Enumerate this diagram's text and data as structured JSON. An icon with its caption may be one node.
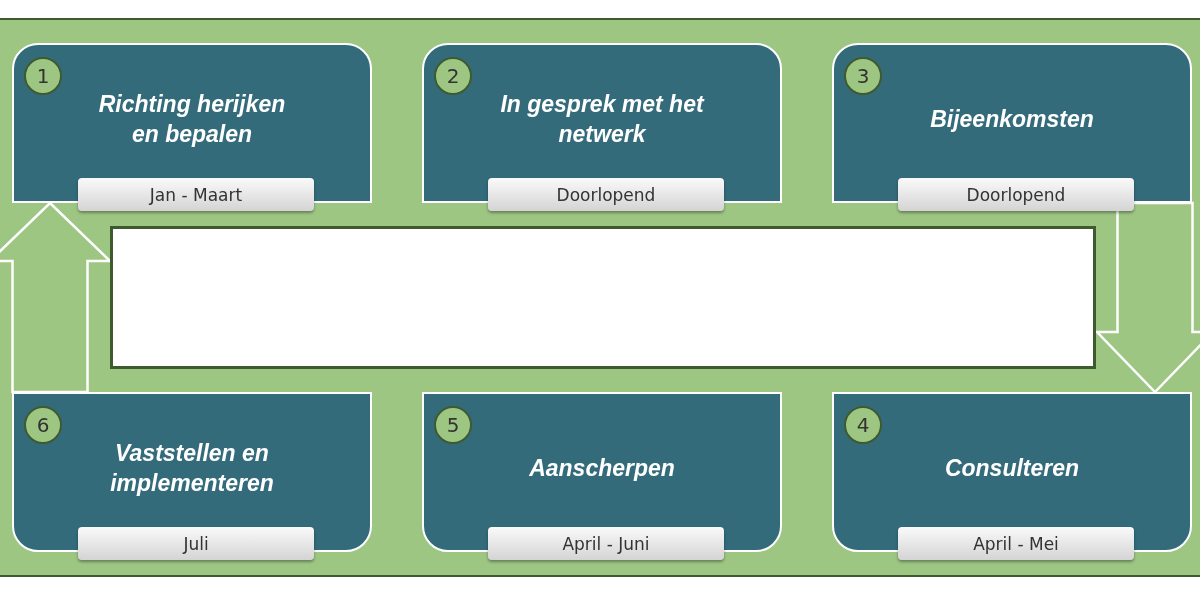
{
  "diagram": {
    "nodes": [
      {
        "text": [],
        "shape": "box"
      },
      {
        "text": [
          "Richting herijken en bepalen"
        ],
        "in": 0
      },
      {
        "text": [
          "1"
        ],
        "in": 1
      },
      {
        "text": [
          "Jan - Maart"
        ],
        "in": 1
      },
      {
        "text": [
          "In gesprek met het netwerk"
        ],
        "in": 0
      },
      {
        "text": [
          "2"
        ],
        "in": 4
      },
      {
        "text": [
          "Doorlopend"
        ],
        "in": 4
      },
      {
        "text": [
          "Bijeenkomsten"
        ],
        "in": 0
      },
      {
        "text": [
          "3"
        ],
        "in": 7
      },
      {
        "text": [
          "Doorlopend"
        ],
        "in": 7
      },
      {
        "text": [],
        "shape": "box",
        "in": 0
      },
      {
        "text": [
          "Vaststellen en implementeren"
        ],
        "in": 0
      },
      {
        "text": [
          "6"
        ],
        "in": 11
      },
      {
        "text": [
          "Juli"
        ],
        "in": 11
      },
      {
        "text": [
          "Aanscherpen"
        ],
        "in": 0
      },
      {
        "text": [
          "5"
        ],
        "in": 14
      },
      {
        "text": [
          "April - Juni"
        ],
        "in": 14
      },
      {
        "text": [
          "Consulteren"
        ],
        "in": 0
      },
      {
        "text": [
          "4"
        ],
        "in": 17
      },
      {
        "text": [
          "April - Mei"
        ],
        "in": 17
      }
    ],
    "edges": [
      {
        "from": 7,
        "to": 17,
        "arrow": "to"
      },
      {
        "from": 11,
        "to": 1,
        "arrow": "to"
      }
    ]
  }
}
